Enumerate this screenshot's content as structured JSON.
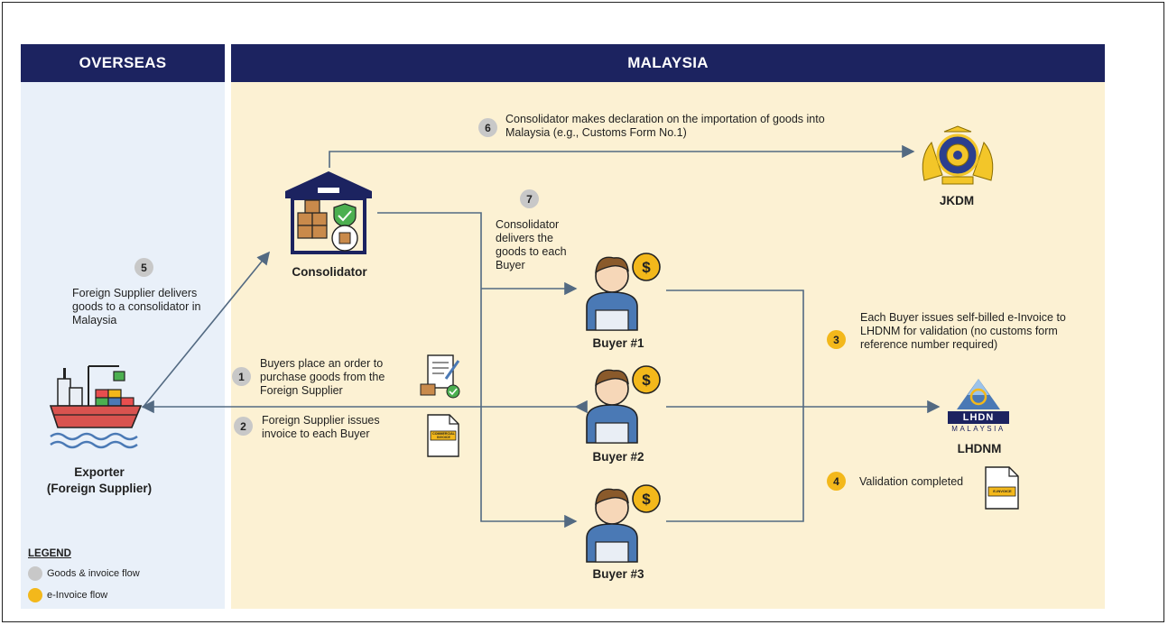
{
  "headers": {
    "overseas": "OVERSEAS",
    "malaysia": "MALAYSIA"
  },
  "entities": {
    "exporter": "Exporter\n(Foreign Supplier)",
    "consolidator": "Consolidator",
    "jkdm": "JKDM",
    "lhdnm": "LHDNM",
    "buyer1": "Buyer #1",
    "buyer2": "Buyer #2",
    "buyer3": "Buyer #3"
  },
  "steps": [
    {
      "num": "1",
      "text": "Buyers place an order to purchase goods from the Foreign Supplier",
      "flow": "goods"
    },
    {
      "num": "2",
      "text": "Foreign Supplier issues invoice to each Buyer",
      "flow": "goods"
    },
    {
      "num": "3",
      "text": "Each Buyer issues self-billed e-Invoice to LHDNM for validation (no customs form reference number required)",
      "flow": "einvoice"
    },
    {
      "num": "4",
      "text": "Validation completed",
      "flow": "einvoice"
    },
    {
      "num": "5",
      "text": "Foreign Supplier delivers goods to a consolidator in Malaysia",
      "flow": "goods"
    },
    {
      "num": "6",
      "text": "Consolidator makes declaration on the importation of goods into Malaysia (e.g., Customs Form No.1)",
      "flow": "goods"
    },
    {
      "num": "7",
      "text": "Consolidator delivers the goods to each Buyer",
      "flow": "goods"
    }
  ],
  "doc_labels": {
    "commercial_invoice": "COMMERCIAL INVOICE",
    "einvoice": "E-INVOICE",
    "lhdn_logo_text": "LHDN",
    "lhdn_logo_sub": "MALAYSIA"
  },
  "legend": {
    "title": "LEGEND",
    "items": [
      {
        "label": "Goods & invoice flow",
        "color": "#c8c8c8"
      },
      {
        "label": "e-Invoice flow",
        "color": "#f3b81b"
      }
    ]
  },
  "colors": {
    "navy": "#1c2360",
    "gold": "#f3b81b",
    "grey": "#c8c8c8",
    "arrow": "#536a82",
    "person": "#4a79b5"
  }
}
